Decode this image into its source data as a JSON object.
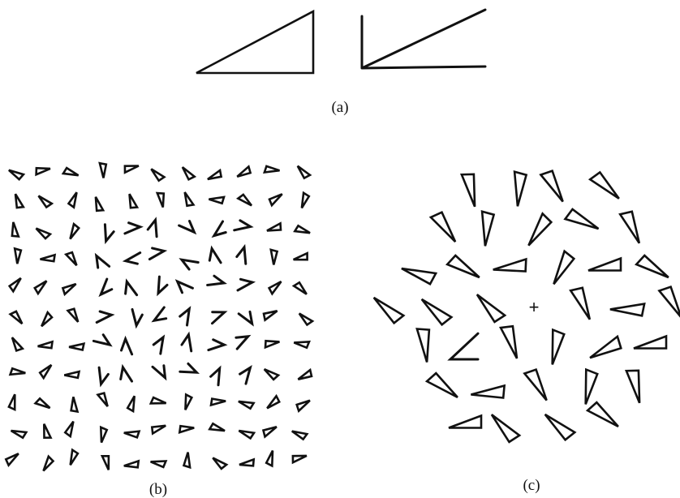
{
  "panels": {
    "a": {
      "caption": "(a)"
    },
    "b": {
      "caption": "(b)"
    },
    "c": {
      "caption": "(c)",
      "fixation": "+"
    }
  }
}
